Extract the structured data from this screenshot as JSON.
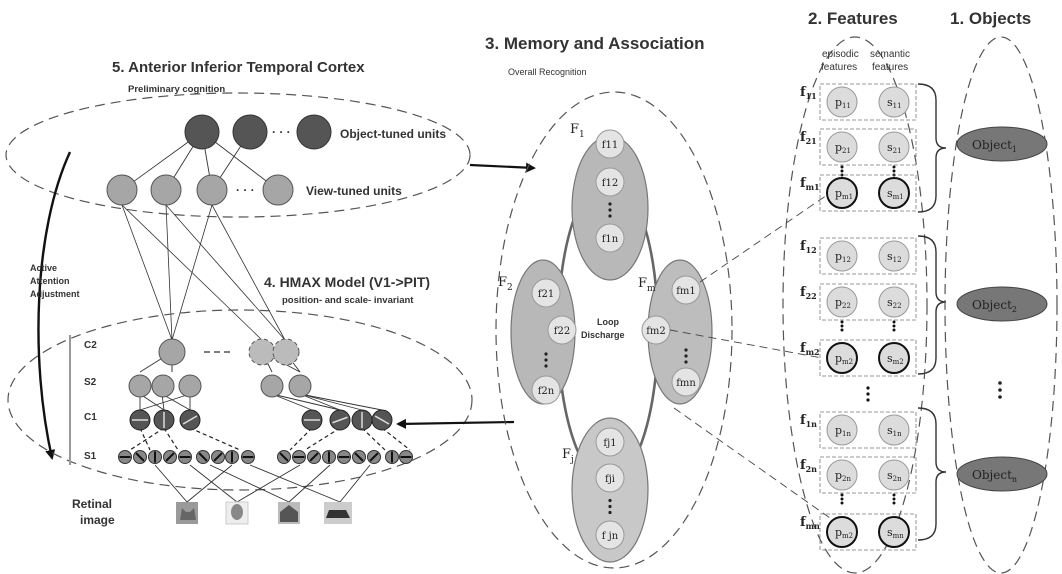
{
  "sections": {
    "s5_title": "5. Anterior Inferior Temporal Cortex",
    "s5_sub": "Preliminary cognition",
    "s4_title": "4. HMAX  Model  (V1->PIT)",
    "s4_sub": "position- and scale- invariant",
    "s3_title": "3. Memory and Association",
    "s3_sub": "Overall  Recognition",
    "s2_title": "2. Features",
    "s1_title": "1. Objects"
  },
  "units": {
    "object_tuned": "Object-tuned  units",
    "view_tuned": "View-tuned  units",
    "dots": "· · ·"
  },
  "attention": [
    "Active",
    "Attention",
    "Adjustment"
  ],
  "hmax_layers": [
    "C2",
    "S2",
    "C1",
    "S1"
  ],
  "retinal": [
    "Retinal",
    "image"
  ],
  "memory": {
    "F1": {
      "label": "F",
      "sub": "1",
      "nodes": [
        "f11",
        "f12",
        "f1n"
      ]
    },
    "F2": {
      "label": "F",
      "sub": "2",
      "nodes": [
        "f21",
        "f22",
        "f2n"
      ]
    },
    "Fm": {
      "label": "F",
      "sub": "m",
      "nodes": [
        "fm1",
        "fm2",
        "fmn"
      ]
    },
    "Fj": {
      "label": "F",
      "sub": "j",
      "nodes": [
        "fj1",
        "fji",
        "f jn"
      ]
    },
    "loop": [
      "Loop",
      "Discharge"
    ]
  },
  "features": {
    "col_headers": [
      [
        "episodic",
        "features"
      ],
      [
        "semantic",
        "features"
      ]
    ],
    "rows": [
      {
        "f": "f",
        "fsub": "11",
        "p": "p",
        "psub": "11",
        "s": "s",
        "ssub": "11"
      },
      {
        "f": "f",
        "fsub": "21",
        "p": "p",
        "psub": "21",
        "s": "s",
        "ssub": "21"
      },
      {
        "f": "f",
        "fsub": "m1",
        "p": "p",
        "psub": "m1",
        "s": "s",
        "ssub": "m1"
      },
      {
        "f": "f",
        "fsub": "12",
        "p": "p",
        "psub": "12",
        "s": "s",
        "ssub": "12"
      },
      {
        "f": "f",
        "fsub": "22",
        "p": "p",
        "psub": "22",
        "s": "s",
        "ssub": "22"
      },
      {
        "f": "f",
        "fsub": "m2",
        "p": "p",
        "psub": "m2",
        "s": "s",
        "ssub": "m2"
      },
      {
        "f": "f",
        "fsub": "1n",
        "p": "p",
        "psub": "1n",
        "s": "s",
        "ssub": "1n"
      },
      {
        "f": "f",
        "fsub": "2n",
        "p": "p",
        "psub": "2n",
        "s": "s",
        "ssub": "2n"
      },
      {
        "f": "f",
        "fsub": "mn",
        "p": "p",
        "psub": "m2",
        "s": "s",
        "ssub": "mn"
      }
    ]
  },
  "objects": [
    {
      "label": "Object",
      "sub": "1"
    },
    {
      "label": "Object",
      "sub": "2"
    },
    {
      "label": "Object",
      "sub": "n"
    }
  ],
  "colors": {
    "dark_unit": "#555555",
    "mid_unit": "#a6a6a6",
    "light_node": "#dddddd",
    "group_fill": "#b8b8b8",
    "object_fill": "#777777"
  }
}
